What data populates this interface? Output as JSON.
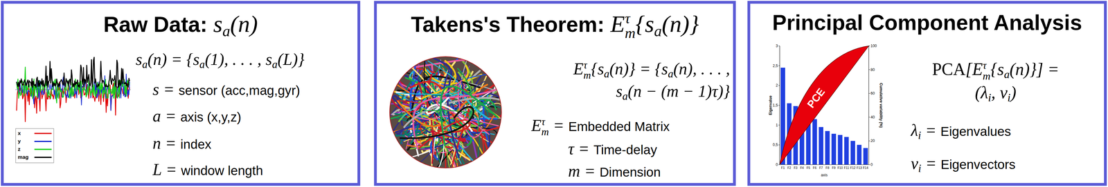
{
  "diagram": {
    "nodes": [
      {
        "text": [
          "Raw Data: sa(n)",
          "sa(n) = {sa(1), . . . , sa(L)}",
          "s = sensor (acc,mag,gyr)",
          "a = axis (x,y,z)",
          "n = index",
          "L = window length"
        ]
      },
      {
        "text": [
          "Takens's Theorem: Eτm{sa(n)}",
          "Eτm{sa(n)} = {sa(n), . . . , sa(n − (m − 1)τ)}",
          "Eτm = Embedded Matrix",
          "τ = Time-delay",
          "m = Dimension"
        ]
      },
      {
        "text": [
          "Principal Component Analysis",
          "PCA[Eτm{sa(n)}] = (λi, vi)",
          "λi = Eigenvalues",
          "vi = Eigenvectors"
        ]
      }
    ],
    "labels": [
      "3",
      "2,5",
      "2",
      "1,5",
      "1",
      "0,5",
      "0",
      "100",
      "80",
      "60",
      "40",
      "20",
      "0",
      "F1",
      "F2",
      "F3",
      "F4",
      "F5",
      "F6",
      "F7",
      "F8",
      "F9",
      "F10",
      "F11",
      "F12",
      "F13",
      "F14",
      "axis",
      "Eigenvalue",
      "Cumulative variability (%)",
      "PCE"
    ],
    "legend": [
      {
        "text": "x"
      },
      {
        "text": "y"
      },
      {
        "text": "z"
      },
      {
        "text": "mag"
      }
    ]
  }
}
